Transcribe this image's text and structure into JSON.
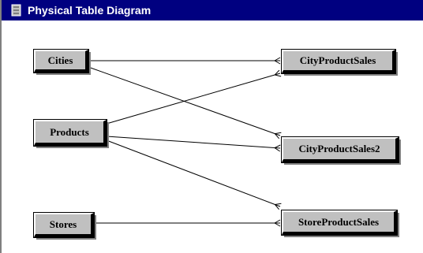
{
  "window": {
    "title": "Physical Table Diagram",
    "title_icon": "diagram-icon",
    "colors": {
      "titlebar": "#000080",
      "node_face": "#c0c0c0",
      "canvas": "#ffffff"
    }
  },
  "diagram": {
    "tables": [
      {
        "id": "cities",
        "label": "Cities"
      },
      {
        "id": "products",
        "label": "Products"
      },
      {
        "id": "stores",
        "label": "Stores"
      },
      {
        "id": "cityproductsales",
        "label": "CityProductSales"
      },
      {
        "id": "cityproductsales2",
        "label": "CityProductSales2"
      },
      {
        "id": "storeproductsales",
        "label": "StoreProductSales"
      }
    ],
    "joins": [
      {
        "from": "cities",
        "to": "cityproductsales"
      },
      {
        "from": "cities",
        "to": "cityproductsales2"
      },
      {
        "from": "products",
        "to": "cityproductsales"
      },
      {
        "from": "products",
        "to": "cityproductsales2"
      },
      {
        "from": "products",
        "to": "storeproductsales"
      },
      {
        "from": "stores",
        "to": "storeproductsales"
      }
    ]
  }
}
